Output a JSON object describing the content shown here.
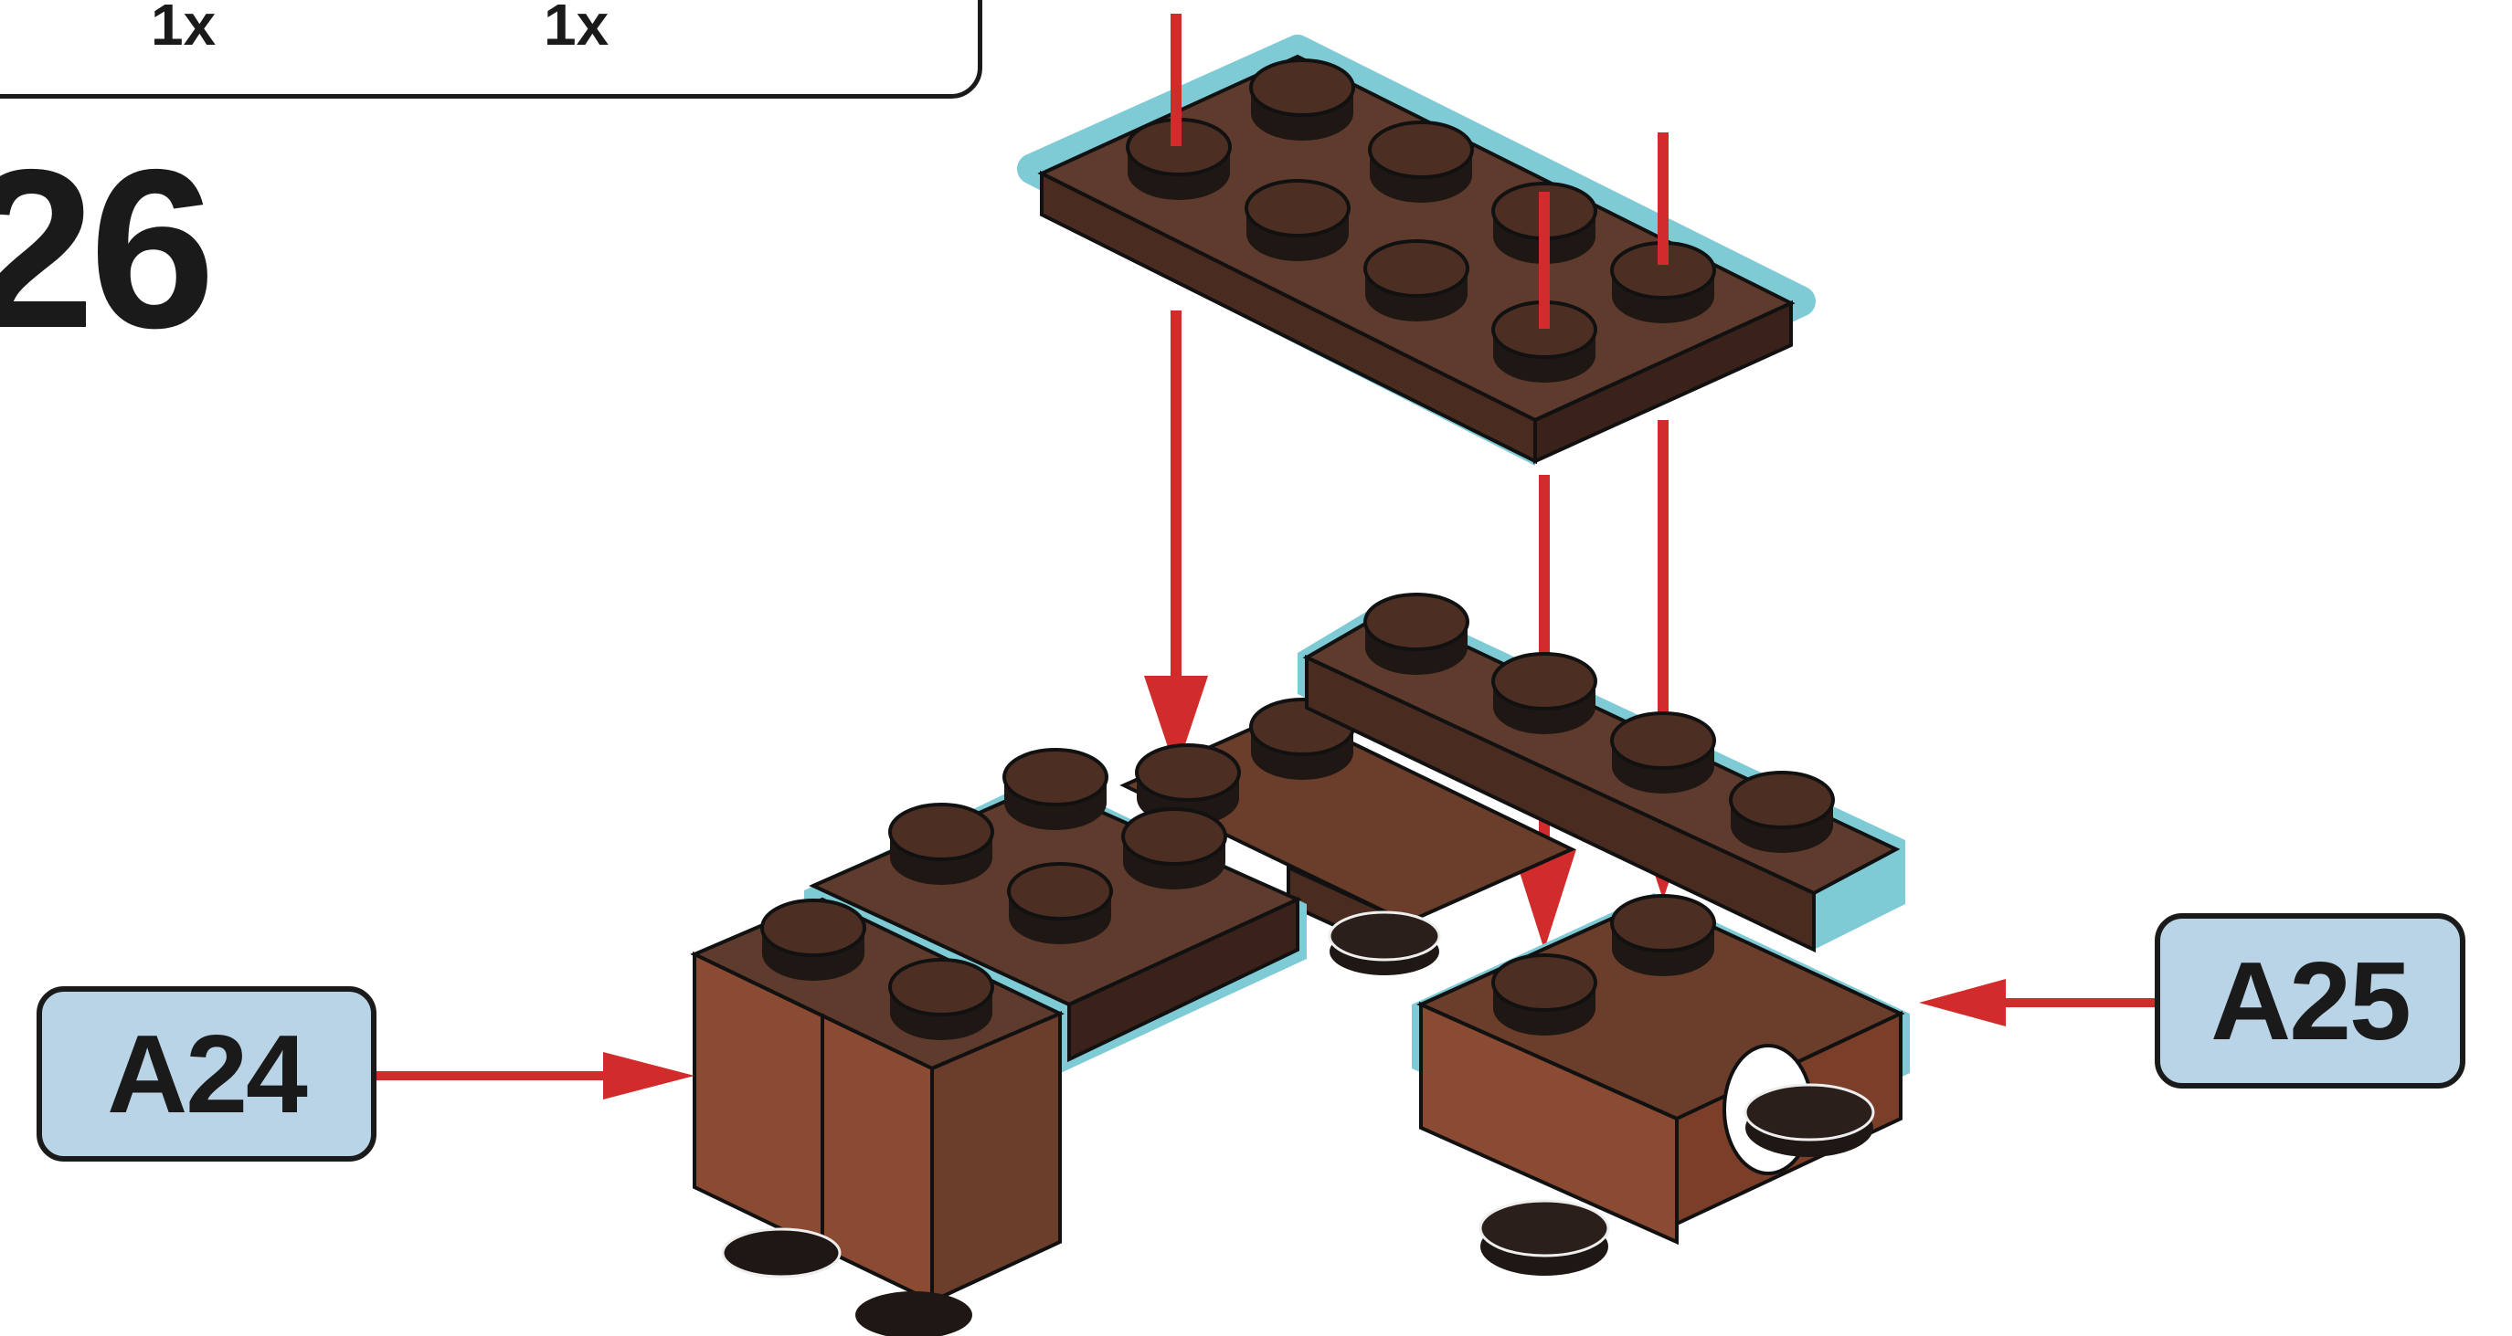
{
  "parts_box": {
    "qty_left": "1x",
    "qty_right": "1x"
  },
  "step": {
    "number": "26"
  },
  "callouts": {
    "left": "A24",
    "right": "A25"
  },
  "colors": {
    "brick_top": "#5e3b2d",
    "brick_side_dark": "#4a2b20",
    "brick_side_light": "#8b4a32",
    "highlight_outline": "#7ecbd6",
    "arrow": "#d22b2b",
    "callout_fill": "#b9d4e6",
    "ink": "#1a1a1a"
  }
}
